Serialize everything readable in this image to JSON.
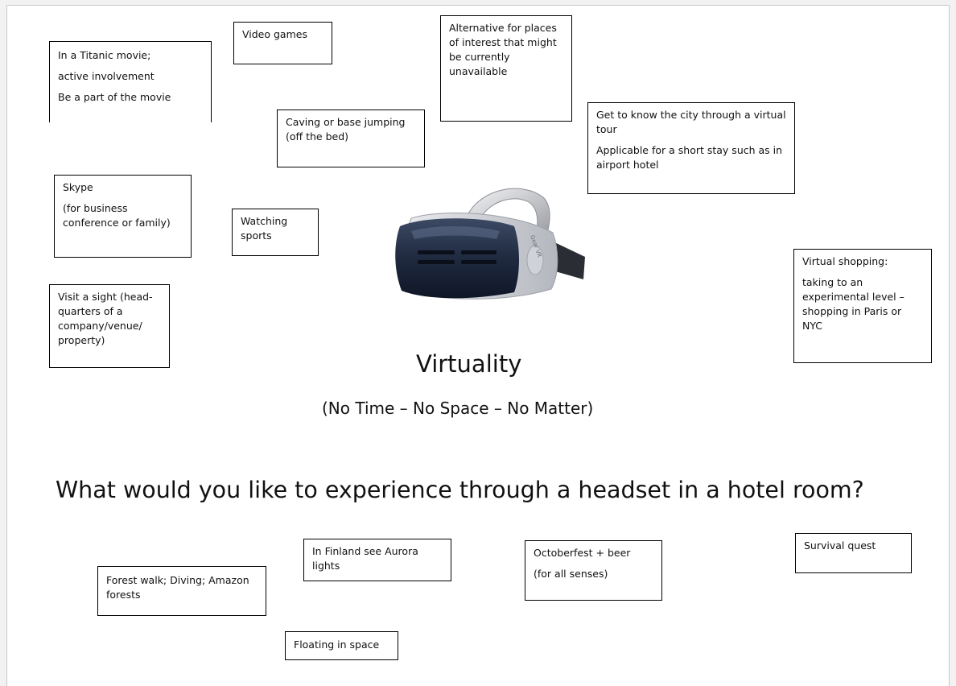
{
  "title": "Virtuality",
  "subtitle": "(No Time – No Space – No Matter)",
  "question": "What would you like to experience through a headset in a hotel room?",
  "headset_image": {
    "brand_text": "Gear VR"
  },
  "notes": {
    "titanic": {
      "lines": [
        "In a Titanic movie;",
        "active involvement",
        "Be a part of the movie"
      ]
    },
    "video_games": {
      "lines": [
        "Video games"
      ]
    },
    "alternative": {
      "lines": [
        "Alternative for places of interest that might be currently unavailable"
      ]
    },
    "city_tour": {
      "lines": [
        "Get to know the city through a virtual tour",
        "Applicable for a short stay such as in airport hotel"
      ]
    },
    "caving": {
      "lines": [
        "Caving or base jumping (off the bed)"
      ]
    },
    "skype": {
      "lines": [
        "Skype",
        "(for business conference or family)"
      ]
    },
    "sports": {
      "lines": [
        "Watching sports"
      ]
    },
    "sight": {
      "lines": [
        "Visit a sight (head-quarters of a company/venue/ property)"
      ]
    },
    "shopping": {
      "lines": [
        "Virtual shopping:",
        "taking to an experimental level – shopping in Paris or NYC"
      ]
    },
    "forest": {
      "lines": [
        "Forest walk; Diving; Amazon forests"
      ]
    },
    "aurora": {
      "lines": [
        "In Finland see Aurora lights"
      ]
    },
    "octoberfest": {
      "lines": [
        "Octoberfest + beer",
        "(for all senses)"
      ]
    },
    "survival": {
      "lines": [
        "Survival quest"
      ]
    },
    "floating": {
      "lines": [
        "Floating in space"
      ]
    }
  }
}
